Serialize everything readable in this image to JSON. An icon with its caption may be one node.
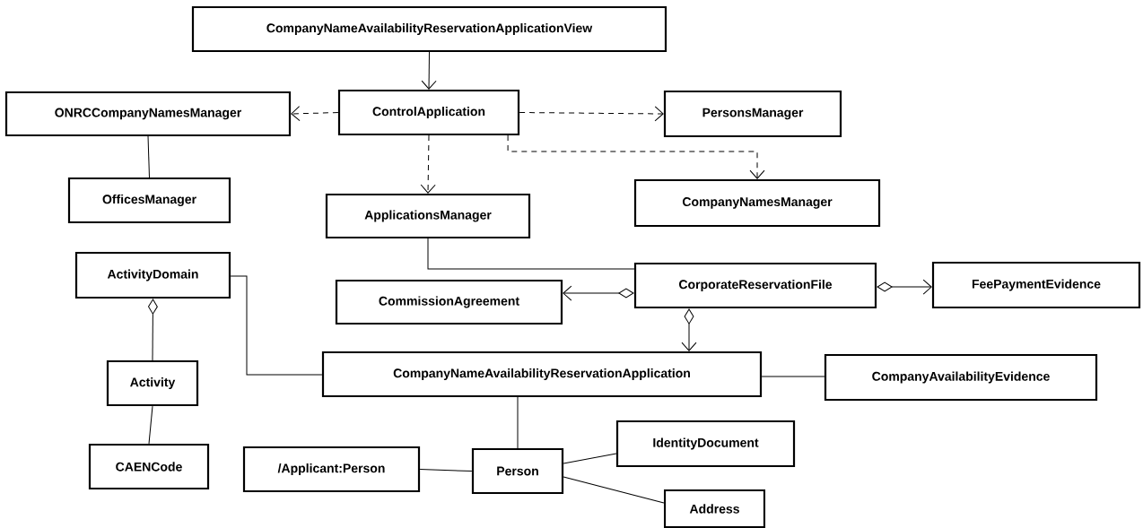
{
  "diagram": {
    "nodes": [
      {
        "text": [
          "CompanyNameAvailabilityReservationApplicationView"
        ]
      },
      {
        "text": [
          "ONRCCompanyNamesManager"
        ]
      },
      {
        "text": [
          "ControlApplication"
        ]
      },
      {
        "text": [
          "PersonsManager"
        ]
      },
      {
        "text": [
          "OfficesManager"
        ]
      },
      {
        "text": [
          "ApplicationsManager"
        ]
      },
      {
        "text": [
          "CompanyNamesManager"
        ]
      },
      {
        "text": [
          "ActivityDomain"
        ]
      },
      {
        "text": [
          "CorporateReservationFile"
        ]
      },
      {
        "text": [
          "FeePaymentEvidence"
        ]
      },
      {
        "text": [
          "CommissionAgreement"
        ]
      },
      {
        "text": [
          "Activity"
        ]
      },
      {
        "text": [
          "CompanyNameAvailabilityReservationApplication"
        ]
      },
      {
        "text": [
          "CompanyAvailabilityEvidence"
        ]
      },
      {
        "text": [
          "CAENCode"
        ]
      },
      {
        "text": [
          "IdentityDocument"
        ]
      },
      {
        "text": [
          "/Applicant:Person"
        ]
      },
      {
        "text": [
          "Person"
        ]
      },
      {
        "text": [
          "Address"
        ]
      }
    ],
    "edges": [
      {
        "from": 0,
        "to": 2,
        "arrow": "to"
      },
      {
        "from": 2,
        "to": 1,
        "arrow": "to",
        "style": "dashed"
      },
      {
        "from": 2,
        "to": 3,
        "arrow": "to",
        "style": "dashed"
      },
      {
        "from": 2,
        "to": 6,
        "arrow": "to",
        "style": "dashed"
      },
      {
        "from": 2,
        "to": 5,
        "arrow": "to",
        "style": "dashed"
      },
      {
        "from": 1,
        "to": 4,
        "arrow": "none"
      },
      {
        "from": 5,
        "to": 8,
        "arrow": "none"
      },
      {
        "from": 8,
        "to": 10,
        "arrow": "to"
      },
      {
        "from": 8,
        "to": 9,
        "arrow": "to"
      },
      {
        "from": 8,
        "to": 12,
        "arrow": "to"
      },
      {
        "from": 7,
        "to": 11,
        "arrow": "other"
      },
      {
        "from": 7,
        "to": 12,
        "arrow": "none"
      },
      {
        "from": 12,
        "to": 13,
        "arrow": "none"
      },
      {
        "from": 11,
        "to": 14,
        "arrow": "none"
      },
      {
        "from": 12,
        "to": 17,
        "arrow": "none"
      },
      {
        "from": 16,
        "to": 17,
        "arrow": "none"
      },
      {
        "from": 17,
        "to": 15,
        "arrow": "none"
      },
      {
        "from": 17,
        "to": 18,
        "arrow": "none"
      }
    ]
  }
}
